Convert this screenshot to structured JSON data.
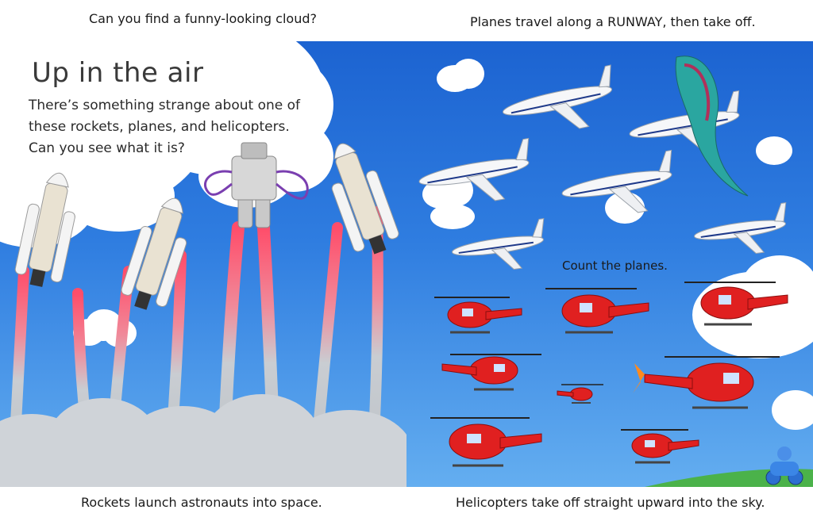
{
  "captions": {
    "top_left": "Can you find a funny-looking cloud?",
    "top_right": "Planes travel along a RUNWAY, then take off.",
    "bottom_left": "Rockets launch astronauts into space.",
    "bottom_right": "Helicopters take off straight upward into the sky."
  },
  "left_page": {
    "title": "Up in the air",
    "intro": "There’s something strange about one of these rockets, planes, and helicopters. Can you see what it is?"
  },
  "right_page": {
    "count_label": "Count the planes."
  },
  "colors": {
    "sky_top": "#1c63d1",
    "sky_bottom": "#64aef0",
    "helicopter_red": "#e02020",
    "exhaust_red": "#ff5b6b"
  }
}
